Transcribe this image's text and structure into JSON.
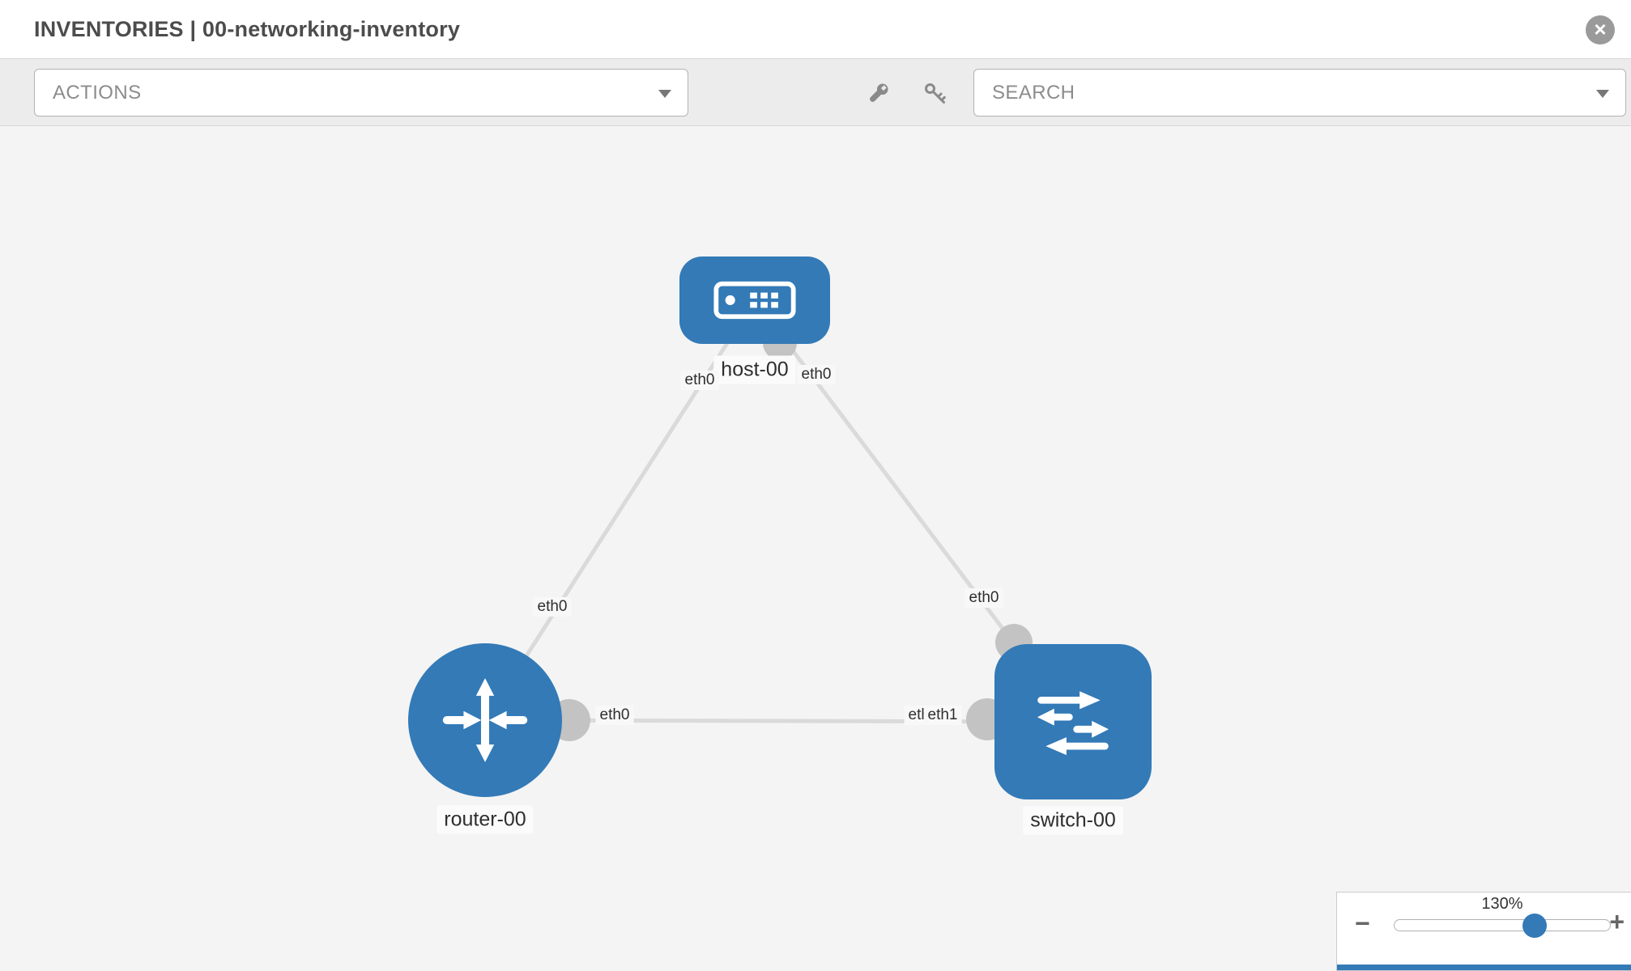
{
  "header": {
    "title": "INVENTORIES | 00-networking-inventory"
  },
  "window": {
    "close_glyph": "×"
  },
  "toolbar": {
    "actions_label": "ACTIONS",
    "search_label": "SEARCH",
    "icons": [
      "wrench-icon",
      "key-icon"
    ]
  },
  "colors": {
    "node_blue": "#337ab7",
    "edge_gray": "#dadada",
    "port_gray": "#c3c3c3",
    "canvas_bg": "#f4f4f4"
  },
  "topology": {
    "nodes": [
      {
        "label": "host-00",
        "type": "host"
      },
      {
        "label": "router-00",
        "type": "router"
      },
      {
        "label": "switch-00",
        "type": "switch"
      }
    ],
    "links": [
      {
        "from": "host-00",
        "to": "router-00"
      },
      {
        "from": "host-00",
        "to": "switch-00"
      },
      {
        "from": "router-00",
        "to": "switch-00"
      }
    ],
    "interfaces": {
      "host_left": "eth0",
      "host_right": "eth0",
      "router_top": "eth0",
      "router_right": "eth0",
      "switch_top": "eth0",
      "switch_left_under": "eth1",
      "switch_left_over": "eth1"
    }
  },
  "zoom": {
    "level": "130%",
    "percent": 65,
    "minus_glyph": "−",
    "plus_glyph": "+"
  }
}
